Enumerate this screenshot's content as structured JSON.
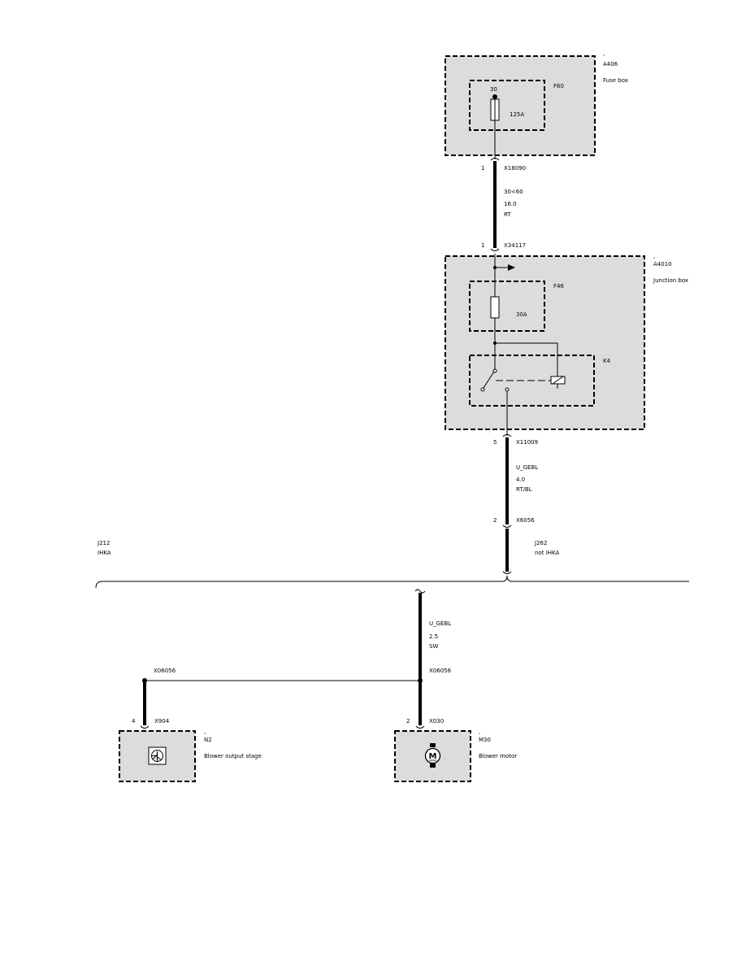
{
  "fuse_box": {
    "id": "A406",
    "name": "Fuse box",
    "fuse_id": "F60",
    "fuse_rating": "125A",
    "terminal": "30"
  },
  "wire1": {
    "pin_top": "1",
    "connector_top": "X18090",
    "circuit": "30<60",
    "size": "16.0",
    "color": "RT",
    "pin_bottom": "1",
    "connector_bottom": "X34117"
  },
  "junction_box": {
    "id": "A4010",
    "name": "Junction box",
    "fuse_id": "F46",
    "fuse_rating": "30A",
    "relay_id": "K4"
  },
  "wire2": {
    "pin_top": "5",
    "connector_top": "X11009",
    "circuit": "U_GEBL",
    "size": "4.0",
    "color": "RT/BL",
    "pin_bottom": "2",
    "connector_bottom": "X6056"
  },
  "variants": {
    "left_code": "J212",
    "left_name": "IHKA",
    "right_code": "J262",
    "right_name": "not IHKA"
  },
  "wire3": {
    "circuit": "U_GEBL",
    "size": "2.5",
    "color": "SW",
    "splice_left": "X06056",
    "splice_right": "X06056"
  },
  "blower_stage": {
    "pin": "4",
    "connector": "X904",
    "id": "N2",
    "name": "Blower output stage"
  },
  "blower_motor": {
    "pin": "2",
    "connector": "X030",
    "id": "M30",
    "name": "Blower motor",
    "symbol": "M"
  },
  "icons": {
    "relay": "relay-coil-icon",
    "fuse": "fuse-icon",
    "motor": "motor-icon",
    "transistor": "transistor-icon"
  }
}
